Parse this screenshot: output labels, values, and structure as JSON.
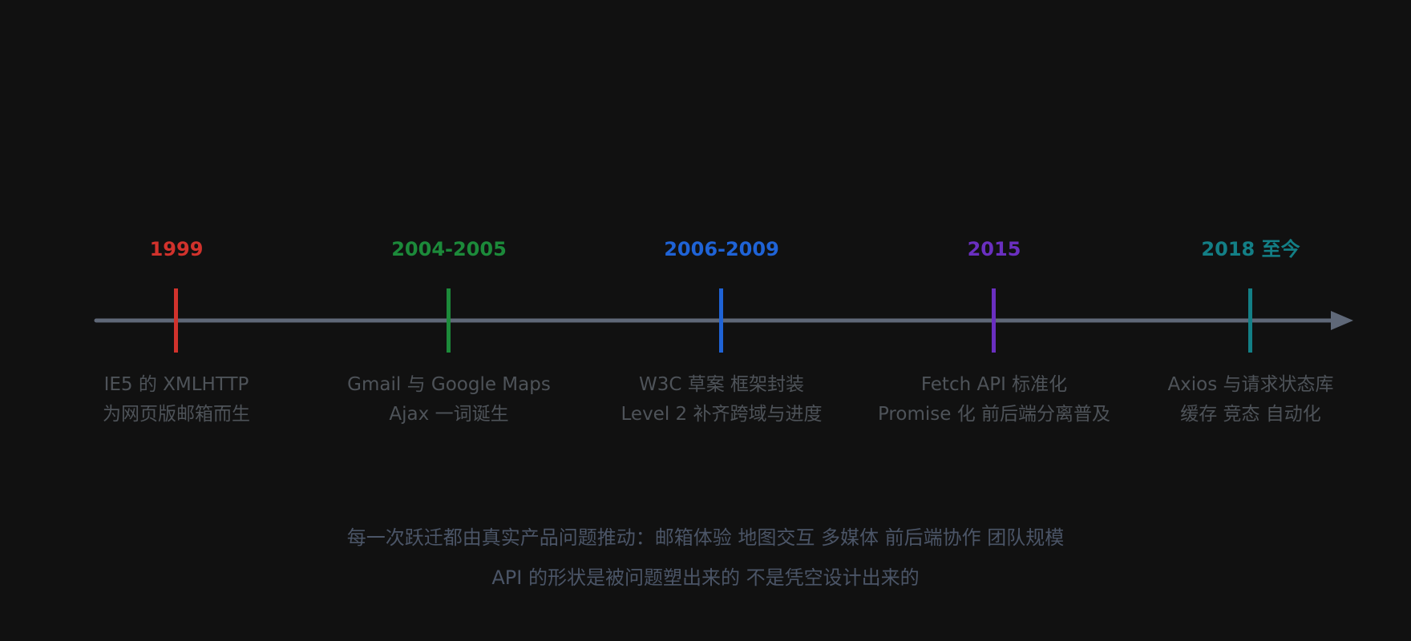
{
  "timeline": {
    "axis_color": "#5f6878",
    "events": [
      {
        "year": "1999",
        "color": "#d1322c",
        "line1": "IE5 的 XMLHTTP",
        "line2": "为网页版邮箱而生"
      },
      {
        "year": "2004-2005",
        "color": "#1c8a3a",
        "line1": "Gmail 与 Google Maps",
        "line2": "Ajax 一词诞生"
      },
      {
        "year": "2006-2009",
        "color": "#1f63d6",
        "line1": "W3C 草案 框架封装",
        "line2": "Level 2 补齐跨域与进度"
      },
      {
        "year": "2015",
        "color": "#6a2fc0",
        "line1": "Fetch API 标准化",
        "line2": "Promise 化 前后端分离普及"
      },
      {
        "year": "2018 至今",
        "color": "#137f86",
        "line1": "Axios 与请求状态库",
        "line2": "缓存 竞态 自动化"
      }
    ]
  },
  "summary": {
    "line1": "每一次跃迁都由真实产品问题推动：邮箱体验 地图交互 多媒体 前后端协作 团队规模",
    "line2": "API 的形状是被问题塑出来的 不是凭空设计出来的"
  }
}
